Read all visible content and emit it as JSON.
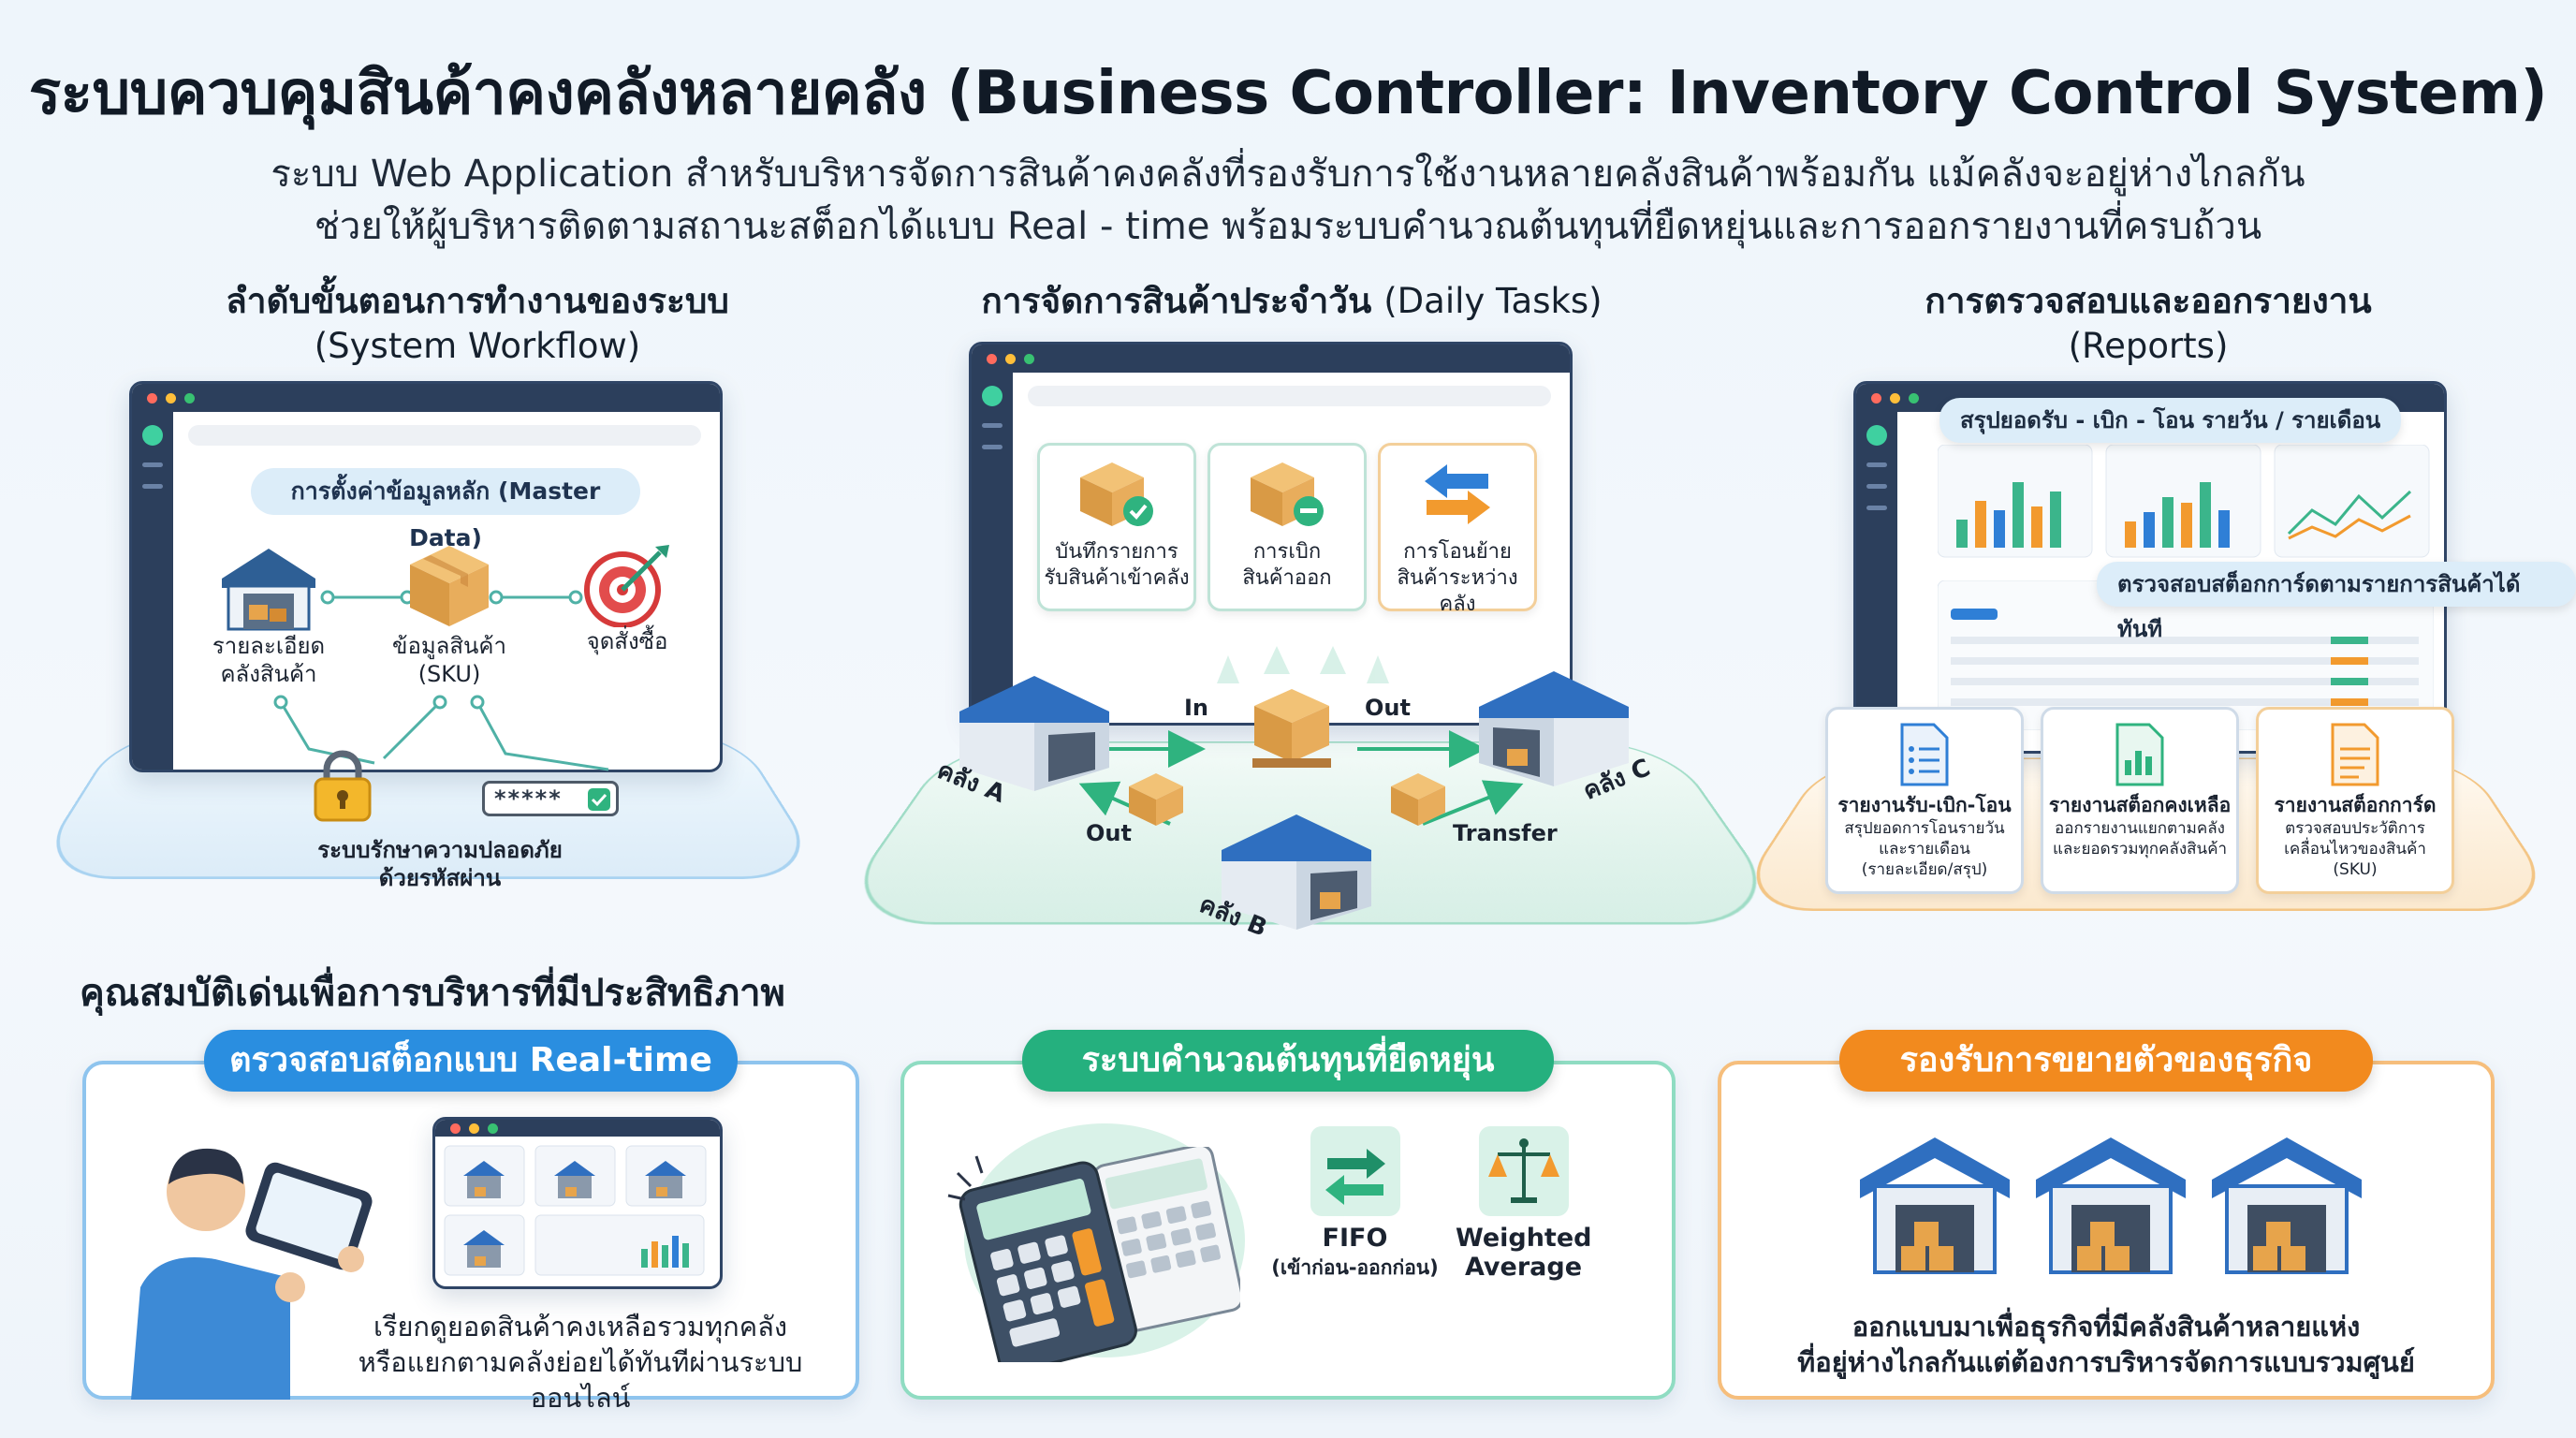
{
  "header": {
    "title": "ระบบควบคุมสินค้าคงคลังหลายคลัง (Business Controller: Inventory Control System)",
    "subtitle_line1": "ระบบ Web Application สำหรับบริหารจัดการสินค้าคงคลังที่รองรับการใช้งานหลายคลังสินค้าพร้อมกัน แม้คลังจะอยู่ห่างไกลกัน",
    "subtitle_line2": "ช่วยให้ผู้บริหารติดตามสถานะสต็อกได้แบบ Real - time พร้อมระบบคำนวณต้นทุนที่ยืดหยุ่นและการออกรายงานที่ครบถ้วน"
  },
  "workflow": {
    "heading_th": "ลำดับขั้นตอนการทำงานของระบบ",
    "heading_en": "(System Workflow)",
    "master_data_label": "การตั้งค่าข้อมูลหลัก (Master Data)",
    "items": [
      {
        "icon": "warehouse-icon",
        "label_line1": "รายละเอียด",
        "label_line2": "คลังสินค้า"
      },
      {
        "icon": "box-icon",
        "label_line1": "ข้อมูลสินค้า",
        "label_line2": "(SKU)"
      },
      {
        "icon": "target-icon",
        "label_line1": "จุดสั่งซื้อ",
        "label_line2": ""
      }
    ],
    "password_mask": "*****",
    "security_line1": "ระบบรักษาความปลอดภัย",
    "security_line2": "ด้วยรหัสผ่าน"
  },
  "daily": {
    "heading_th": "การจัดการสินค้าประจำวัน",
    "heading_en": "(Daily Tasks)",
    "tasks": [
      {
        "icon": "box-check-icon",
        "line1": "บันทึกรายการ",
        "line2": "รับสินค้าเข้าคลัง"
      },
      {
        "icon": "box-minus-icon",
        "line1": "การเบิก",
        "line2": "สินค้าออก"
      },
      {
        "icon": "transfer-arrows-icon",
        "line1": "การโอนย้าย",
        "line2": "สินค้าระหว่างคลัง"
      }
    ],
    "flow_labels": {
      "in": "In",
      "out_top": "Out",
      "out_left": "Out",
      "transfer": "Transfer"
    },
    "warehouses": {
      "a": "คลัง A",
      "b": "คลัง B",
      "c": "คลัง C"
    }
  },
  "reports": {
    "heading_th": "การตรวจสอบและออกรายงาน",
    "heading_en": "(Reports)",
    "bubble_top": "สรุปยอดรับ - เบิก - โอน รายวัน / รายเดือน",
    "bubble_mid": "ตรวจสอบสต็อกการ์ดตามรายการสินค้าได้ทันที",
    "cards": [
      {
        "icon": "list-doc-icon",
        "title": "รายงานรับ-เบิก-โอน",
        "desc1": "สรุปยอดการโอนรายวัน",
        "desc2": "และรายเดือน",
        "desc3": "(รายละเอียด/สรุป)"
      },
      {
        "icon": "chart-doc-icon",
        "title": "รายงานสต็อกคงเหลือ",
        "desc1": "ออกรายงานแยกตามคลัง",
        "desc2": "และยอดรวมทุกคลังสินค้า",
        "desc3": ""
      },
      {
        "icon": "card-doc-icon",
        "title": "รายงานสต็อกการ์ด",
        "desc1": "ตรวจสอบประวัติการ",
        "desc2": "เคลื่อนไหวของสินค้า",
        "desc3": "(SKU)"
      }
    ]
  },
  "features": {
    "heading": "คุณสมบัติเด่นเพื่อการบริหารที่มีประสิทธิภาพ",
    "realtime": {
      "pill": "ตรวจสอบสต็อกแบบ Real-time",
      "line1": "เรียกดูยอดสินค้าคงเหลือรวมทุกคลัง",
      "line2": "หรือแยกตามคลังย่อยได้ทันทีผ่านระบบออนไลน์"
    },
    "costing": {
      "pill": "ระบบคำนวณต้นทุนที่ยืดหยุ่น",
      "fifo_title": "FIFO",
      "fifo_sub": "(เข้าก่อน-ออกก่อน)",
      "wavg_line1": "Weighted",
      "wavg_line2": "Average"
    },
    "expansion": {
      "pill": "รองรับการขยายตัวของธุรกิจ",
      "line1": "ออกแบบมาเพื่อธุรกิจที่มีคลังสินค้าหลายแห่ง",
      "line2": "ที่อยู่ห่างไกลกันแต่ต้องการบริหารจัดการแบบรวมศูนย์"
    }
  },
  "colors": {
    "blue_pill": "#2a8ee0",
    "green_pill": "#25b07e",
    "orange_pill": "#f28a1e",
    "frame_blue": "#8ec4ee",
    "frame_green": "#8fdcc2",
    "frame_orange": "#f6be7c"
  }
}
